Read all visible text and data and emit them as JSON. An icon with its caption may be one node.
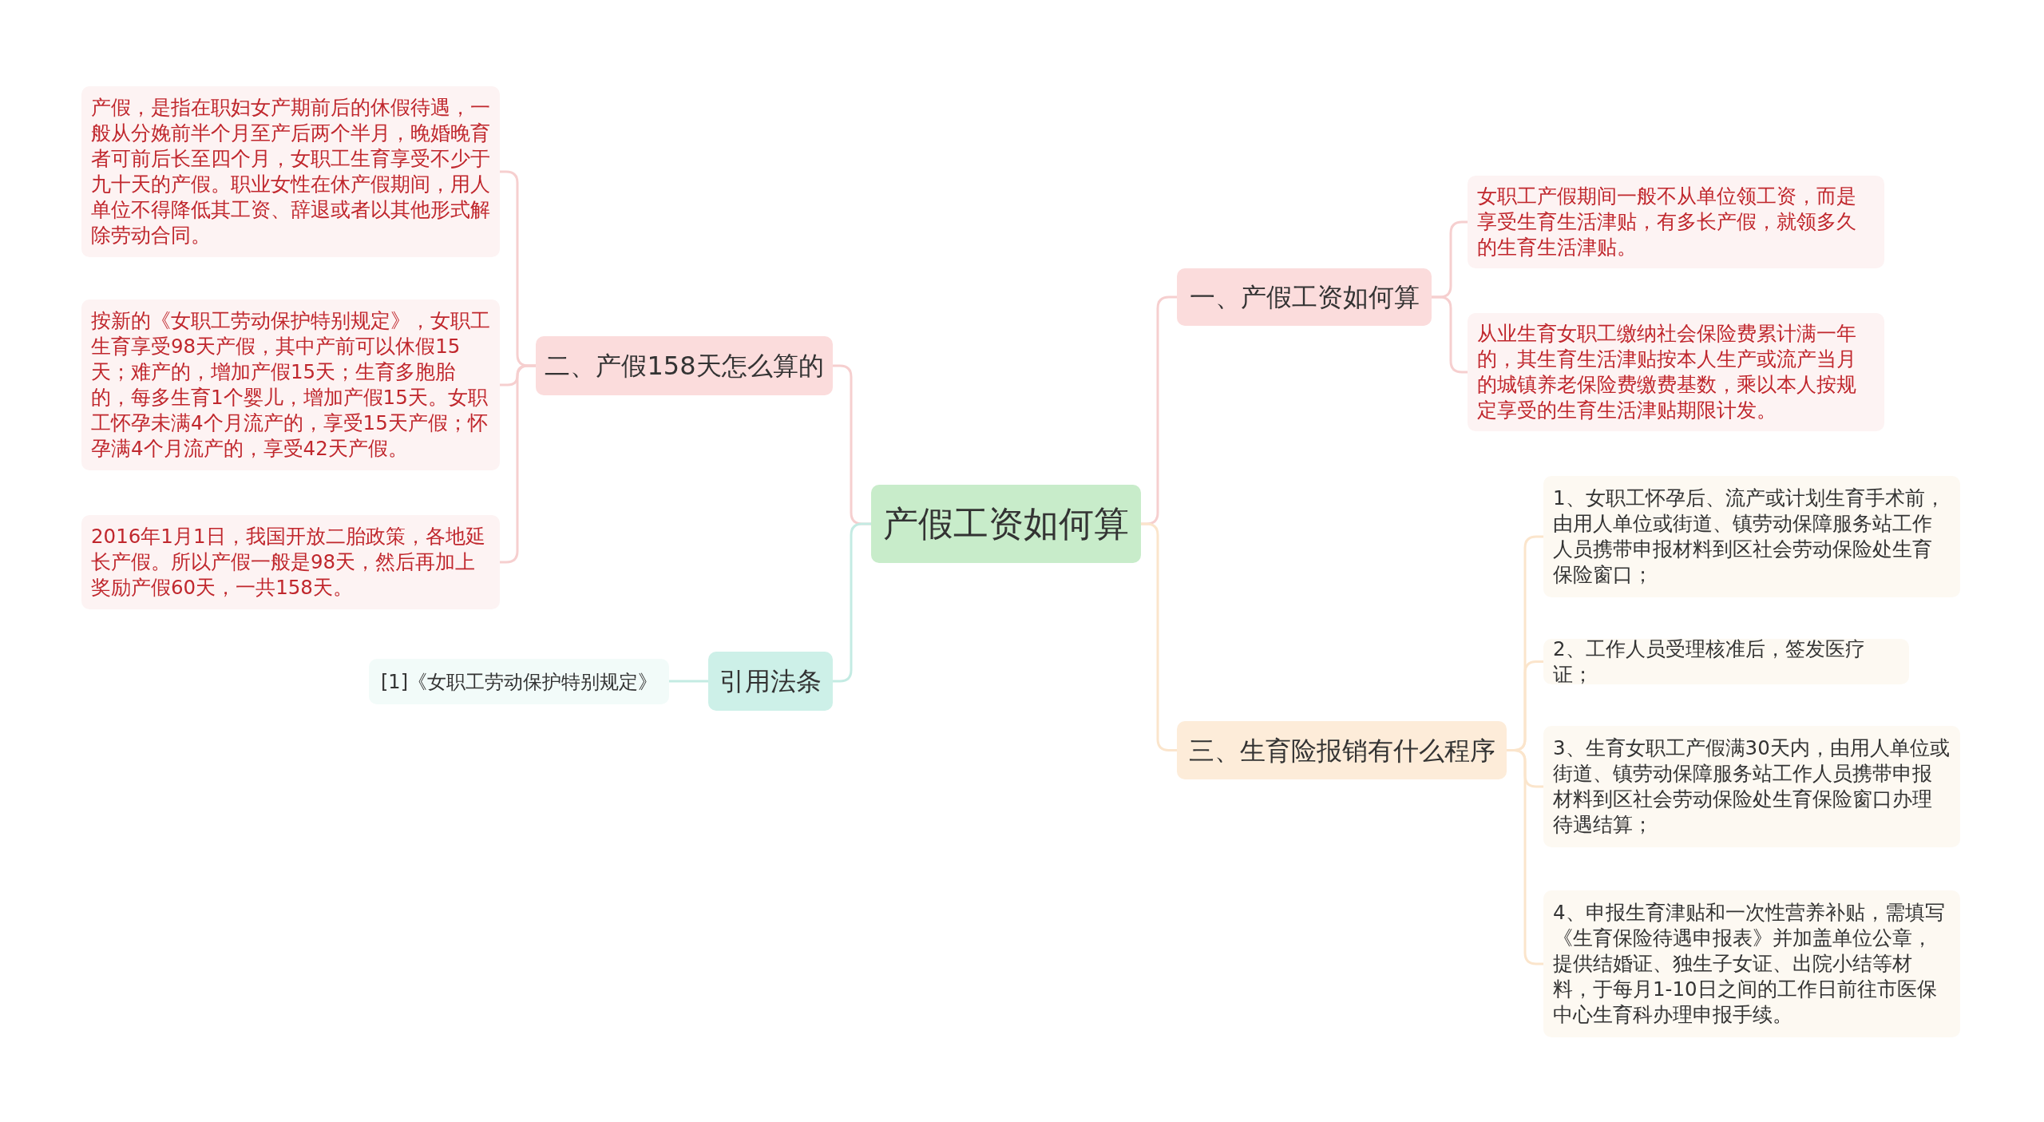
{
  "diagram": {
    "nodes": [
      {
        "text": [
          "产假工资如何算"
        ]
      },
      {
        "text": [
          "一、产假工资如何算"
        ]
      },
      {
        "text": [
          "女职工产假期间一般不从单位领工资，而是享受生育生活津贴，有多长产假，就领多久的生育生活津贴。"
        ]
      },
      {
        "text": [
          "从业生育女职工缴纳社会保险费累计满一年的，其生育生活津贴按本人生产或流产当月的城镇养老保险费缴费基数，乘以本人按规定享受的生育生活津贴期限计发。"
        ]
      },
      {
        "text": [
          "二、产假158天怎么算的"
        ]
      },
      {
        "text": [
          "产假，是指在职妇女产期前后的休假待遇，一般从分娩前半个月至产后两个半月，晚婚晚育者可前后长至四个月，女职工生育享受不少于九十天的产假。职业女性在休产假期间，用人单位不得降低其工资、辞退或者以其他形式解除劳动合同。"
        ]
      },
      {
        "text": [
          "按新的《女职工劳动保护特别规定》，女职工生育享受98天产假，其中产前可以休假15天；难产的，增加产假15天；生育多胞胎的，每多生育1个婴儿，增加产假15天。女职工怀孕未满4个月流产的，享受15天产假；怀孕满4个月流产的，享受42天产假。"
        ]
      },
      {
        "text": [
          "2016年1月1日，我国开放二胎政策，各地延长产假。所以产假一般是98天，然后再加上奖励产假60天，一共158天。"
        ]
      },
      {
        "text": [
          "三、生育险报销有什么程序"
        ]
      },
      {
        "text": [
          "1、女职工怀孕后、流产或计划生育手术前，由用人单位或街道、镇劳动保障服务站工作人员携带申报材料到区社会劳动保险处生育保险窗口；"
        ]
      },
      {
        "text": [
          "2、工作人员受理核准后，签发医疗证；"
        ]
      },
      {
        "text": [
          "3、生育女职工产假满30天内，由用人单位或街道、镇劳动保障服务站工作人员携带申报材料到区社会劳动保险处生育保险窗口办理待遇结算；"
        ]
      },
      {
        "text": [
          "4、申报生育津贴和一次性营养补贴，需填写《生育保险待遇申报表》并加盖单位公章，提供结婚证、独生子女证、出院小结等材料，于每月1-10日之间的工作日前往市医保中心生育科办理申报手续。"
        ]
      },
      {
        "text": [
          "引用法条"
        ]
      },
      {
        "text": [
          "[1]《女职工劳动保护特别规定》"
        ]
      }
    ],
    "edges": [
      {
        "from": 0,
        "to": 1,
        "arrow": "none"
      },
      {
        "from": 1,
        "to": 2,
        "arrow": "none"
      },
      {
        "from": 1,
        "to": 3,
        "arrow": "none"
      },
      {
        "from": 0,
        "to": 4,
        "arrow": "none"
      },
      {
        "from": 4,
        "to": 5,
        "arrow": "none"
      },
      {
        "from": 4,
        "to": 6,
        "arrow": "none"
      },
      {
        "from": 4,
        "to": 7,
        "arrow": "none"
      },
      {
        "from": 0,
        "to": 8,
        "arrow": "none",
        "color": "#fbe5cc"
      },
      {
        "from": 8,
        "to": 9,
        "arrow": "none",
        "color": "#fbe5cc"
      },
      {
        "from": 8,
        "to": 10,
        "arrow": "none",
        "color": "#fbe5cc"
      },
      {
        "from": 8,
        "to": 11,
        "arrow": "none",
        "color": "#fbe5cc"
      },
      {
        "from": 8,
        "to": 12,
        "arrow": "none",
        "color": "#fbe5cc"
      },
      {
        "from": 0,
        "to": 13,
        "arrow": "none",
        "color": "#c4ebe3"
      },
      {
        "from": 13,
        "to": 14,
        "arrow": "none",
        "color": "#c4ebe3"
      }
    ]
  }
}
